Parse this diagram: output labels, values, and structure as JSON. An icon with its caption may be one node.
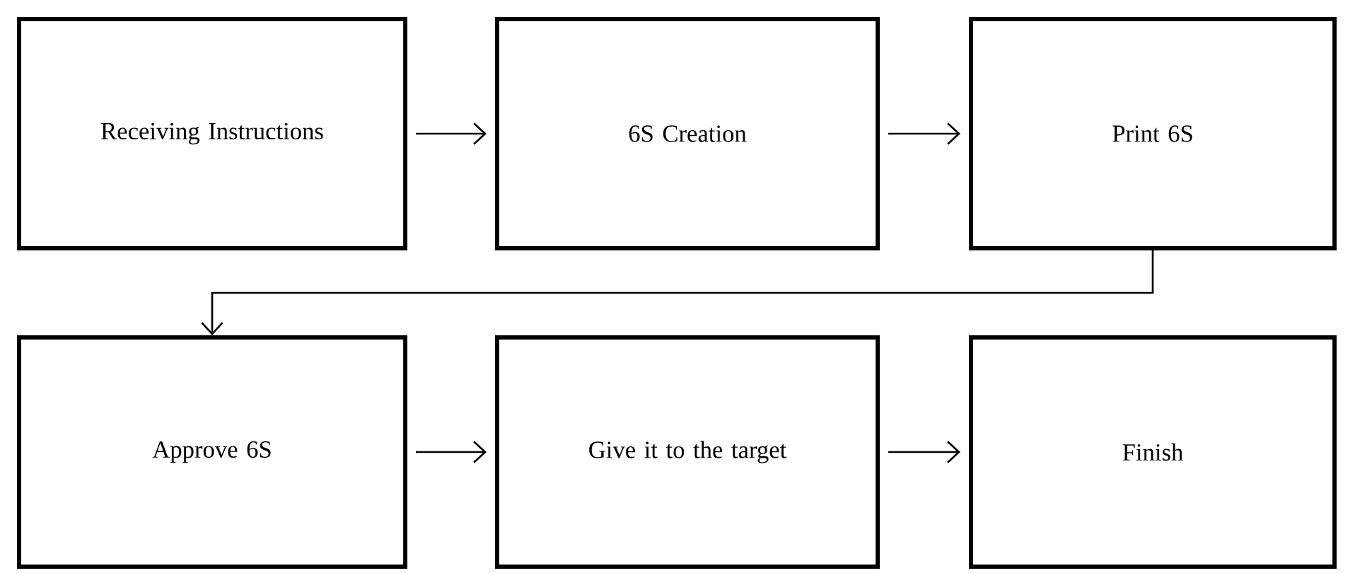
{
  "diagram": {
    "nodes": [
      {
        "text": [
          "Receiving Instructions"
        ]
      },
      {
        "text": [
          "6S Creation"
        ]
      },
      {
        "text": [
          "Print 6S"
        ]
      },
      {
        "text": [
          "Approve 6S"
        ]
      },
      {
        "text": [
          "Give it to the target"
        ]
      },
      {
        "text": [
          "Finish"
        ]
      }
    ],
    "edges": [
      {
        "from": 0,
        "to": 1,
        "arrow": "to"
      },
      {
        "from": 1,
        "to": 2,
        "arrow": "to"
      },
      {
        "from": 2,
        "to": 3,
        "arrow": "to"
      },
      {
        "from": 3,
        "to": 4,
        "arrow": "to"
      },
      {
        "from": 4,
        "to": 5,
        "arrow": "to"
      }
    ]
  }
}
